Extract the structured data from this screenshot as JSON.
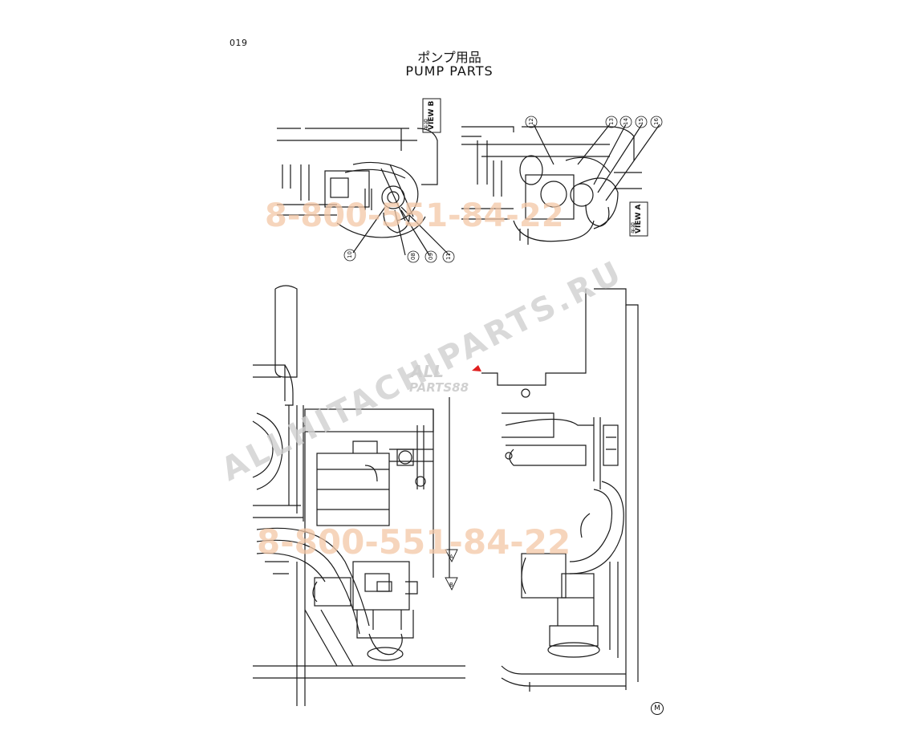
{
  "page_number": "019",
  "title_jp": "ポンプ用品",
  "title_en": "PUMP PARTS",
  "views": [
    {
      "name": "view-b",
      "jp": "矢視",
      "label": "VIEW B"
    },
    {
      "name": "view-a",
      "jp": "矢視",
      "label": "VIEW A"
    }
  ],
  "view_b_callouts": [
    "10",
    "08",
    "09",
    "11"
  ],
  "view_a_callouts": [
    "12",
    "13",
    "14",
    "15",
    "16"
  ],
  "arrow_markers": [
    "A",
    "B"
  ],
  "watermarks": {
    "phone": "8-800-551-84-22",
    "site": "ALLHITACHIPARTS.RU",
    "logo_top": "ALL",
    "logo_bottom": "PARTS88"
  },
  "corner_mark": "M"
}
